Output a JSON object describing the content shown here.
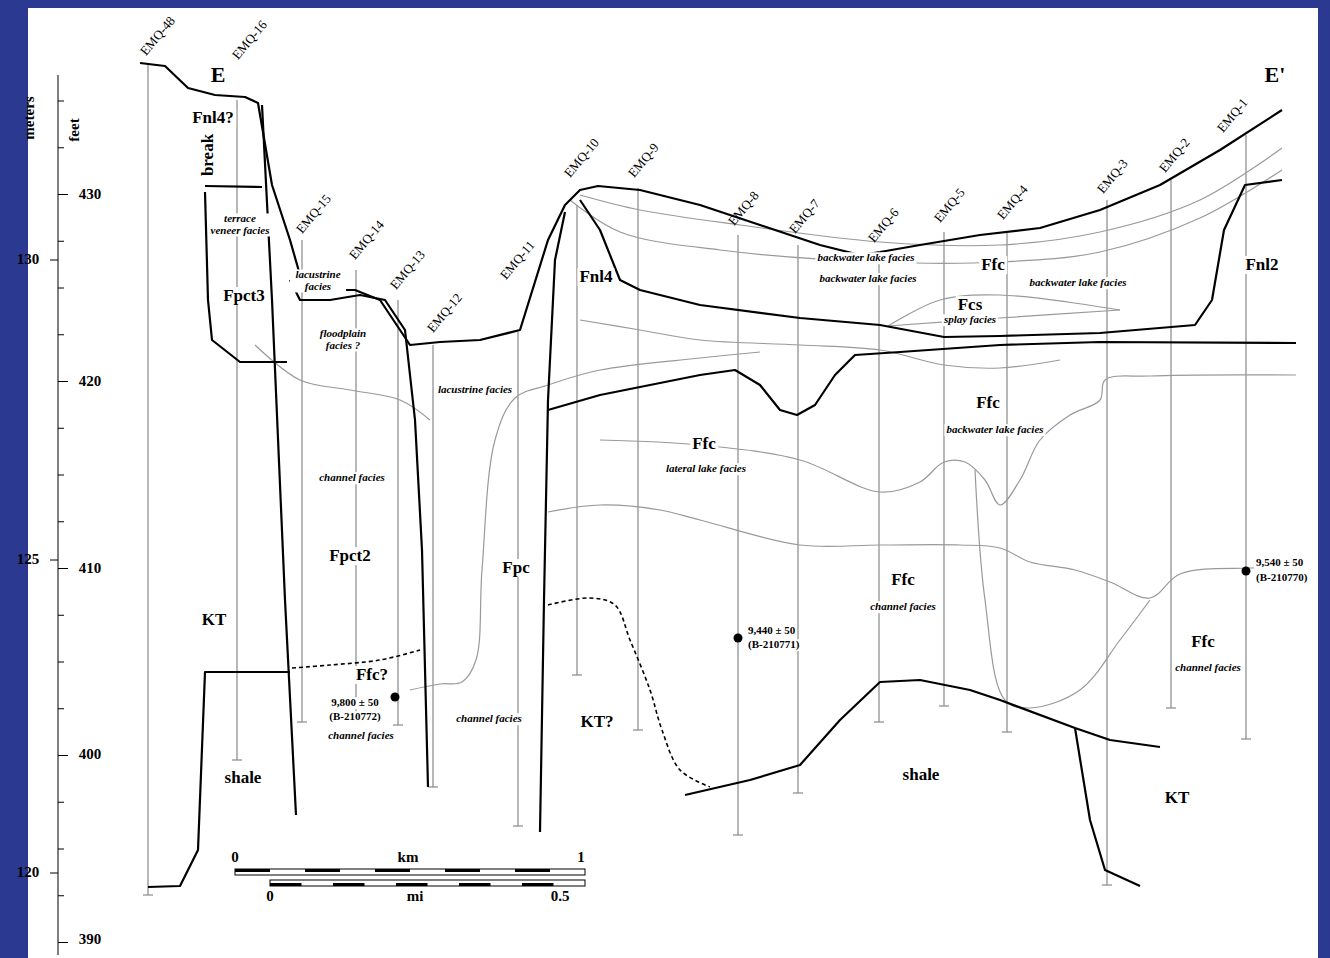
{
  "diagram": {
    "labels": [
      "meters",
      "feet",
      "430",
      "420",
      "410",
      "400",
      "390",
      "130",
      "125",
      "120",
      "E",
      "E'",
      "EMQ-48",
      "EMQ-16",
      "EMQ-15",
      "EMQ-14",
      "EMQ-13",
      "EMQ-12",
      "EMQ-11",
      "EMQ-10",
      "EMQ-9",
      "EMQ-8",
      "EMQ-7",
      "EMQ-6",
      "EMQ-5",
      "EMQ-4",
      "EMQ-3",
      "EMQ-2",
      "EMQ-1",
      "Fnl4?",
      "break",
      "terrace veneer facies",
      "Fpct3",
      "lacustrine facies",
      "floodplain facies ?",
      "lacustrine facies",
      "channel facies",
      "Fpct2",
      "Fpc",
      "KT",
      "Ffc?",
      "9,800 ± 50",
      "(B-210772)",
      "channel facies",
      "channel facies",
      "KT?",
      "shale",
      "Fnl4",
      "backwater lake facies",
      "backwater lake facies",
      "Ffc",
      "backwater lake facies",
      "Fcs",
      "splay facies",
      "Fnl2",
      "Ffc",
      "backwater lake facies",
      "Ffc",
      "lateral lake facies",
      "Ffc",
      "channel facies",
      "9,440 ± 50",
      "(B-210771)",
      "9,540 ± 50",
      "(B-210770)",
      "Ffc",
      "channel facies",
      "shale",
      "KT",
      "0",
      "km",
      "1",
      "0",
      "mi",
      "0.5"
    ]
  }
}
